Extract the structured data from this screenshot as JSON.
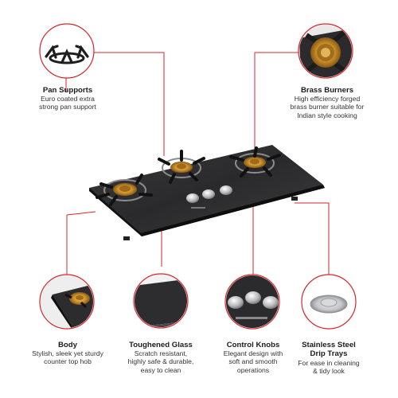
{
  "accent_color": "#d7262c",
  "features": {
    "pan_supports": {
      "title": "Pan Supports",
      "desc1": "Euro coated extra",
      "desc2": "strong pan support",
      "icon": "pan-support-icon"
    },
    "brass_burners": {
      "title": "Brass Burners",
      "desc1": "High efficiency forged",
      "desc2": "brass burner suitable for",
      "desc3": "Indian style cooking",
      "icon": "brass-burner-icon"
    },
    "body": {
      "title": "Body",
      "desc1": "Stylish, sleek yet sturdy",
      "desc2": "counter top hob",
      "icon": "hob-corner-icon"
    },
    "toughened_glass": {
      "title": "Toughened Glass",
      "desc1": "Scratch resistant,",
      "desc2": "highly safe & durable,",
      "desc3": "easy to clean",
      "icon": "glass-layers-icon"
    },
    "control_knobs": {
      "title": "Control Knobs",
      "desc1": "Elegant design with",
      "desc2": "soft and smooth",
      "desc3": "operations",
      "icon": "knobs-icon"
    },
    "drip_trays": {
      "title": "Stainless Steel",
      "title2": "Drip Trays",
      "desc1": "For ease in cleaning",
      "desc2": "& tidy look",
      "icon": "drip-tray-icon"
    }
  }
}
